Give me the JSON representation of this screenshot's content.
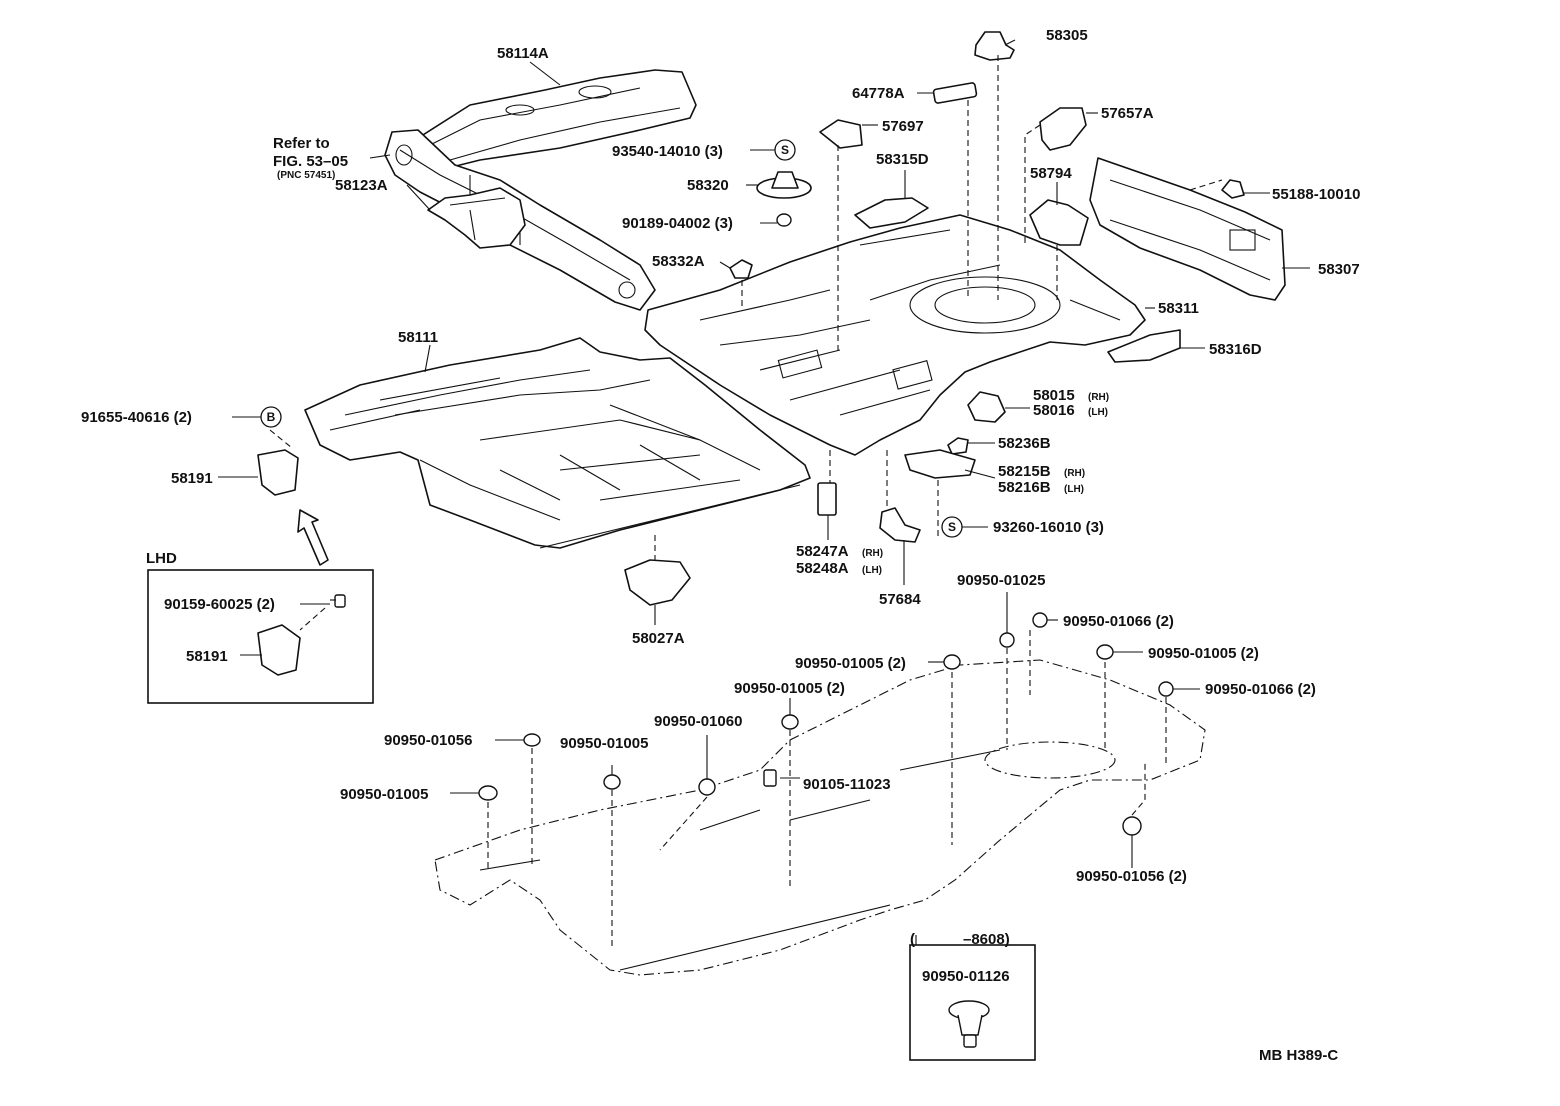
{
  "labels": {
    "p58114A": "58114A",
    "refer1": "Refer to",
    "refer2": "FIG. 53–05",
    "refer3": "(PNC 57451)",
    "p58123A": "58123A",
    "p58305": "58305",
    "p64778A": "64778A",
    "p57697": "57697",
    "p57657A": "57657A",
    "p93540": "93540-14010 (3)",
    "p58315D": "58315D",
    "p58320": "58320",
    "p58794": "58794",
    "p55188": "55188-10010",
    "p90189": "90189-04002 (3)",
    "p58332A": "58332A",
    "p58307": "58307",
    "p58311": "58311",
    "p58111": "58111",
    "p58316D": "58316D",
    "p91655": "91655-40616 (2)",
    "p58015": "58015",
    "p58015s": "(RH)",
    "p58016": "58016",
    "p58016s": "(LH)",
    "p58236B": "58236B",
    "p58191": "58191",
    "p58215B": "58215B",
    "p58215Bs": "(RH)",
    "p58216B": "58216B",
    "p58216Bs": "(LH)",
    "p93260": "93260-16010 (3)",
    "lhd": "LHD",
    "p58247A": "58247A",
    "p58247As": "(RH)",
    "p58248A": "58248A",
    "p58248As": "(LH)",
    "p57684": "57684",
    "p90159": "90159-60025 (2)",
    "p58191b": "58191",
    "p58027A": "58027A",
    "p90950_01025": "90950-01025",
    "p90950_01066a": "90950-01066 (2)",
    "p90950_01005a": "90950-01005 (2)",
    "p90950_01005b": "90950-01005 (2)",
    "p90950_01066b": "90950-01066 (2)",
    "p90950_01005c": "90950-01005 (2)",
    "p90950_01060": "90950-01060",
    "p90950_01056a": "90950-01056",
    "p90950_01005d": "90950-01005",
    "p90105": "90105-11023",
    "p90950_01005e": "90950-01005",
    "p90950_01056b": "90950-01056 (2)",
    "p8608": "–8608)",
    "p8608open": "(",
    "p90950_01126": "90950-01126",
    "code": "MB H389-C"
  },
  "symbols": {
    "s": "S",
    "b": "B"
  }
}
